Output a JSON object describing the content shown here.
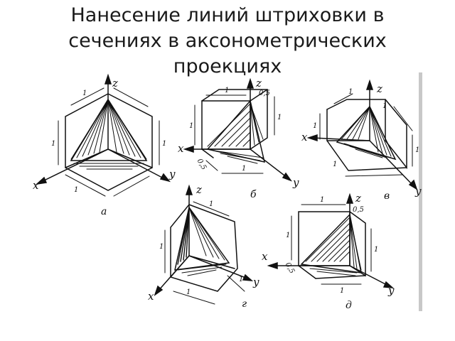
{
  "title": {
    "line1": "Нанесение линий штриховки в",
    "line2": "сечениях в аксонометрических",
    "line3": "проекциях"
  },
  "figures": {
    "a": {
      "caption": "а",
      "x": "x",
      "y": "y",
      "z": "z",
      "one": "1"
    },
    "b": {
      "caption": "б",
      "x": "x",
      "y": "y",
      "z": "z",
      "one": "1",
      "half": "0,5"
    },
    "v": {
      "caption": "в",
      "x": "x",
      "y": "y",
      "z": "z",
      "one": "1"
    },
    "g": {
      "caption": "г",
      "x": "x",
      "y": "y",
      "z": "z",
      "one": "1"
    },
    "d": {
      "caption": "д",
      "x": "x",
      "y": "y",
      "z": "z",
      "one": "1",
      "half": "0,5"
    }
  },
  "colors": {
    "ink": "#111111",
    "title": "#1a1a1a",
    "edge": "#c8c8c8"
  }
}
